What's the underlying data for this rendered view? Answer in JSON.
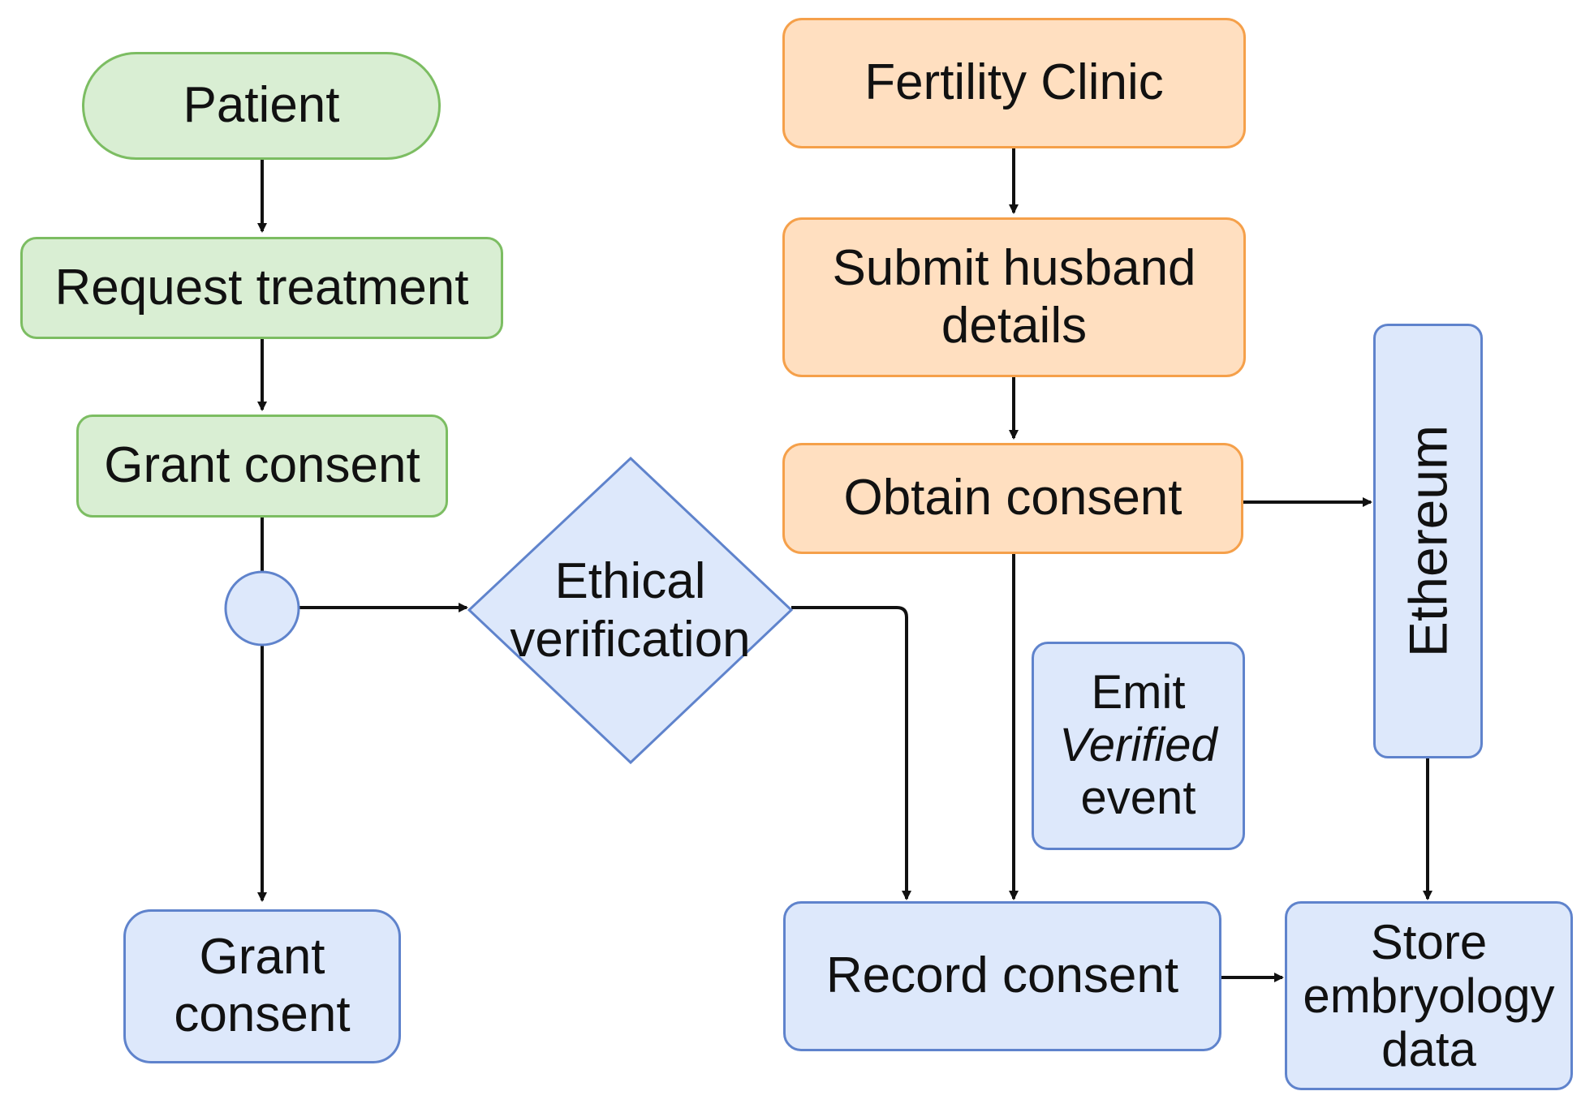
{
  "diagram": {
    "nodes": {
      "patient": "Patient",
      "request_treatment": "Request treatment",
      "grant_consent_top": "Grant consent",
      "grant_consent_bottom": [
        "Grant",
        "consent"
      ],
      "ethical_verification": [
        "Ethical",
        "verification"
      ],
      "fertility_clinic": "Fertility Clinic",
      "submit_husband_details": [
        "Submit husband",
        "details"
      ],
      "obtain_consent": "Obtain consent",
      "ethereum": "Ethereum",
      "emit_event": [
        "Emit",
        "Verified",
        "event"
      ],
      "record_consent": "Record consent",
      "store_embryology_data": [
        "Store",
        "embryology",
        "data"
      ]
    },
    "colors": {
      "patient_fill": "#d9eed3",
      "patient_stroke": "#7cbd62",
      "clinic_fill": "#ffdfc0",
      "clinic_stroke": "#f5a04a",
      "system_fill": "#dde8fb",
      "system_stroke": "#5f83cc",
      "arrow": "#111111"
    },
    "edges": [
      {
        "from": "patient",
        "to": "request_treatment"
      },
      {
        "from": "request_treatment",
        "to": "grant_consent_top"
      },
      {
        "from": "grant_consent_top",
        "to": "junction"
      },
      {
        "from": "junction",
        "to": "ethical_verification"
      },
      {
        "from": "junction",
        "to": "grant_consent_bottom"
      },
      {
        "from": "ethical_verification",
        "to": "record_consent"
      },
      {
        "from": "fertility_clinic",
        "to": "submit_husband_details"
      },
      {
        "from": "submit_husband_details",
        "to": "obtain_consent"
      },
      {
        "from": "obtain_consent",
        "to": "ethereum"
      },
      {
        "from": "obtain_consent",
        "to": "record_consent"
      },
      {
        "from": "ethereum",
        "to": "store_embryology_data"
      },
      {
        "from": "record_consent",
        "to": "store_embryology_data"
      }
    ]
  }
}
